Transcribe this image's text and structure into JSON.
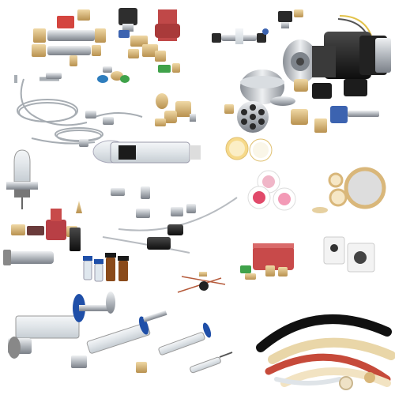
{
  "image": {
    "kind": "product-collage",
    "background": "#ffffff",
    "groups": [
      "fittings-and-valves",
      "ferrules-and-nuts",
      "hplc-pump-motor",
      "stainless-tubing-coils",
      "fitting-assortment",
      "lamp",
      "syringe-filters",
      "filter-discs",
      "vials-and-caps",
      "capillary-fittings",
      "syringes",
      "tubing-bundle"
    ],
    "colors": {
      "peek": "#d9b77a",
      "steel": "#b9bec4",
      "red": "#c84a4a",
      "blue": "#1f4fa8",
      "green": "#3fa24a",
      "black": "#1b1b1b",
      "amber": "#8a4a1a"
    }
  }
}
